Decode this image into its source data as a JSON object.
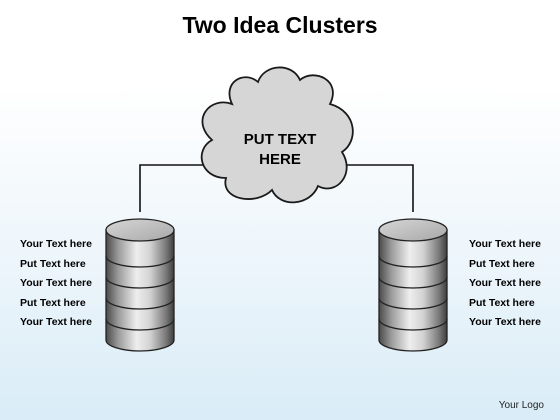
{
  "title": "Two Idea Clusters",
  "cloud": {
    "line1": "PUT TEXT",
    "line2": "HERE"
  },
  "left_list": [
    "Your Text here",
    "Put Text here",
    "Your Text here",
    "Put Text here",
    "Your Text here"
  ],
  "right_list": [
    "Your Text here",
    "Put Text here",
    "Your Text here",
    "Put Text here",
    "Your Text here"
  ],
  "logo": "Your Logo"
}
